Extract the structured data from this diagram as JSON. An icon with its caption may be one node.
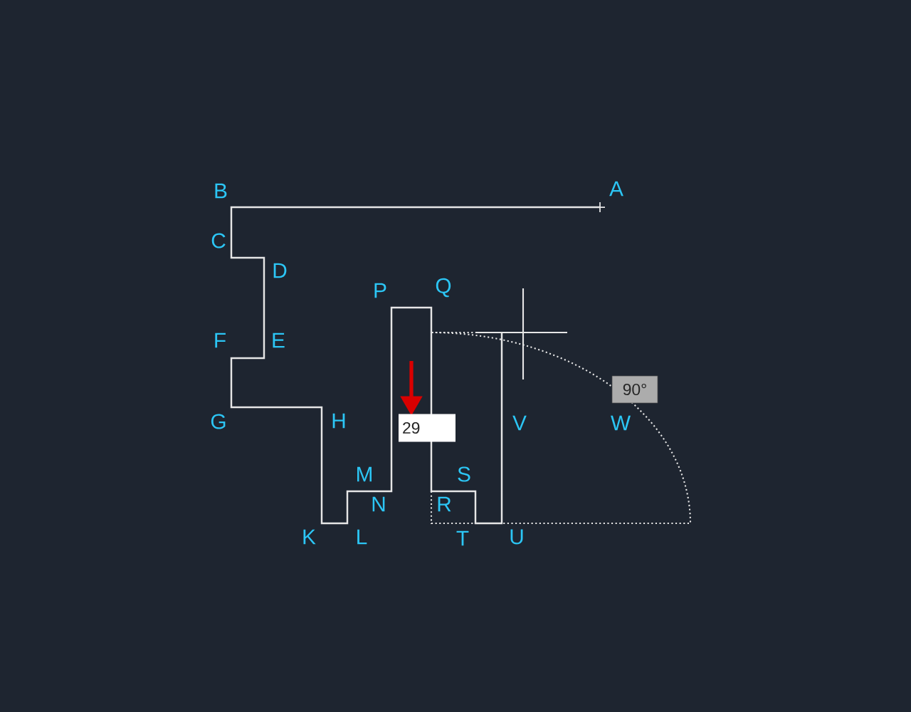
{
  "diagram": {
    "labels": [
      "B",
      "A",
      "C",
      "D",
      "P",
      "Q",
      "F",
      "E",
      "90°",
      "G",
      "H",
      "29",
      "V",
      "W",
      "M",
      "S",
      "N",
      "R",
      "K",
      "L",
      "T",
      "U"
    ]
  }
}
